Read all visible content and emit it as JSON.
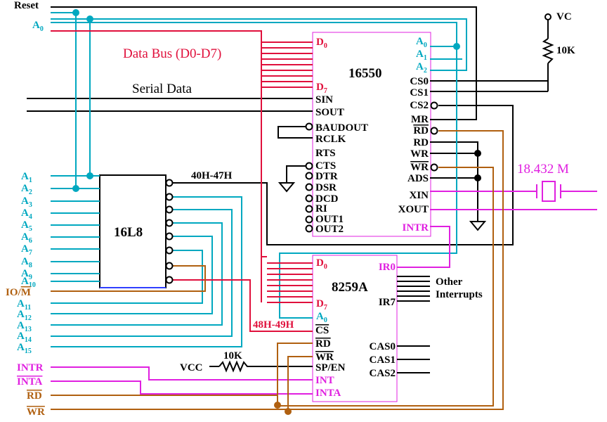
{
  "colors": {
    "black": "#000000",
    "cyan": "#00a8c0",
    "red": "#e0103c",
    "magenta": "#e020e0",
    "brown": "#b06010"
  },
  "left_inputs": {
    "reset": "Reset",
    "a0": "A",
    "a0_sub": "0",
    "addr_labels": [
      {
        "base": "A",
        "sub": "1"
      },
      {
        "base": "A",
        "sub": "2"
      },
      {
        "base": "A",
        "sub": "3"
      },
      {
        "base": "A",
        "sub": "4"
      },
      {
        "base": "A",
        "sub": "5"
      },
      {
        "base": "A",
        "sub": "6"
      },
      {
        "base": "A",
        "sub": "7"
      },
      {
        "base": "A",
        "sub": "8"
      },
      {
        "base": "A",
        "sub": "9"
      },
      {
        "base": "A",
        "sub": "10"
      },
      {
        "base": "A",
        "sub": "11"
      },
      {
        "base": "A",
        "sub": "12"
      },
      {
        "base": "A",
        "sub": "13"
      },
      {
        "base": "A",
        "sub": "14"
      },
      {
        "base": "A",
        "sub": "15"
      }
    ],
    "iom": "IO/",
    "iom_bar": "M",
    "intr": "INTR",
    "inta": "INTA",
    "rd": "RD",
    "wr": "WR"
  },
  "annotations": {
    "data_bus": "Data Bus (D0-D7)",
    "serial_data": "Serial Data",
    "decode_16550": "40H-47H",
    "decode_8259": "48H-49H",
    "vcc_top": "VC",
    "r_top": "10K",
    "vcc_bottom": "VCC",
    "r_bottom": "10K",
    "crystal": "18.432 M"
  },
  "chip_16l8": {
    "name": "16L8"
  },
  "chip_16550": {
    "name": "16550",
    "d0": "D",
    "d0_sub": "0",
    "d7": "D",
    "d7_sub": "7",
    "a0": "A",
    "a0_sub": "0",
    "a1": "A",
    "a1_sub": "1",
    "a2": "A",
    "a2_sub": "2",
    "left_pins": [
      "SIN",
      "SOUT",
      "BAUDOUT",
      "RCLK",
      "RTS",
      "CTS",
      "DTR",
      "DSR",
      "DCD",
      "RI",
      "OUT1",
      "OUT2"
    ],
    "right_pins": [
      "CS0",
      "CS1",
      "CS2",
      "MR",
      "RD",
      "RD",
      "WR",
      "WR",
      "ADS",
      "XIN",
      "XOUT",
      "INTR"
    ]
  },
  "chip_8259": {
    "name": "8259A",
    "d0": "D",
    "d0_sub": "0",
    "d7": "D",
    "d7_sub": "7",
    "a0": "A",
    "a0_sub": "0",
    "left_pins": [
      "CS",
      "RD",
      "WR",
      "SP/EN",
      "INT",
      "INTA"
    ],
    "right_pins": [
      "IR0",
      "IR7",
      "CAS0",
      "CAS1",
      "CAS2"
    ],
    "other_interrupts_1": "Other",
    "other_interrupts_2": "Interrupts"
  }
}
